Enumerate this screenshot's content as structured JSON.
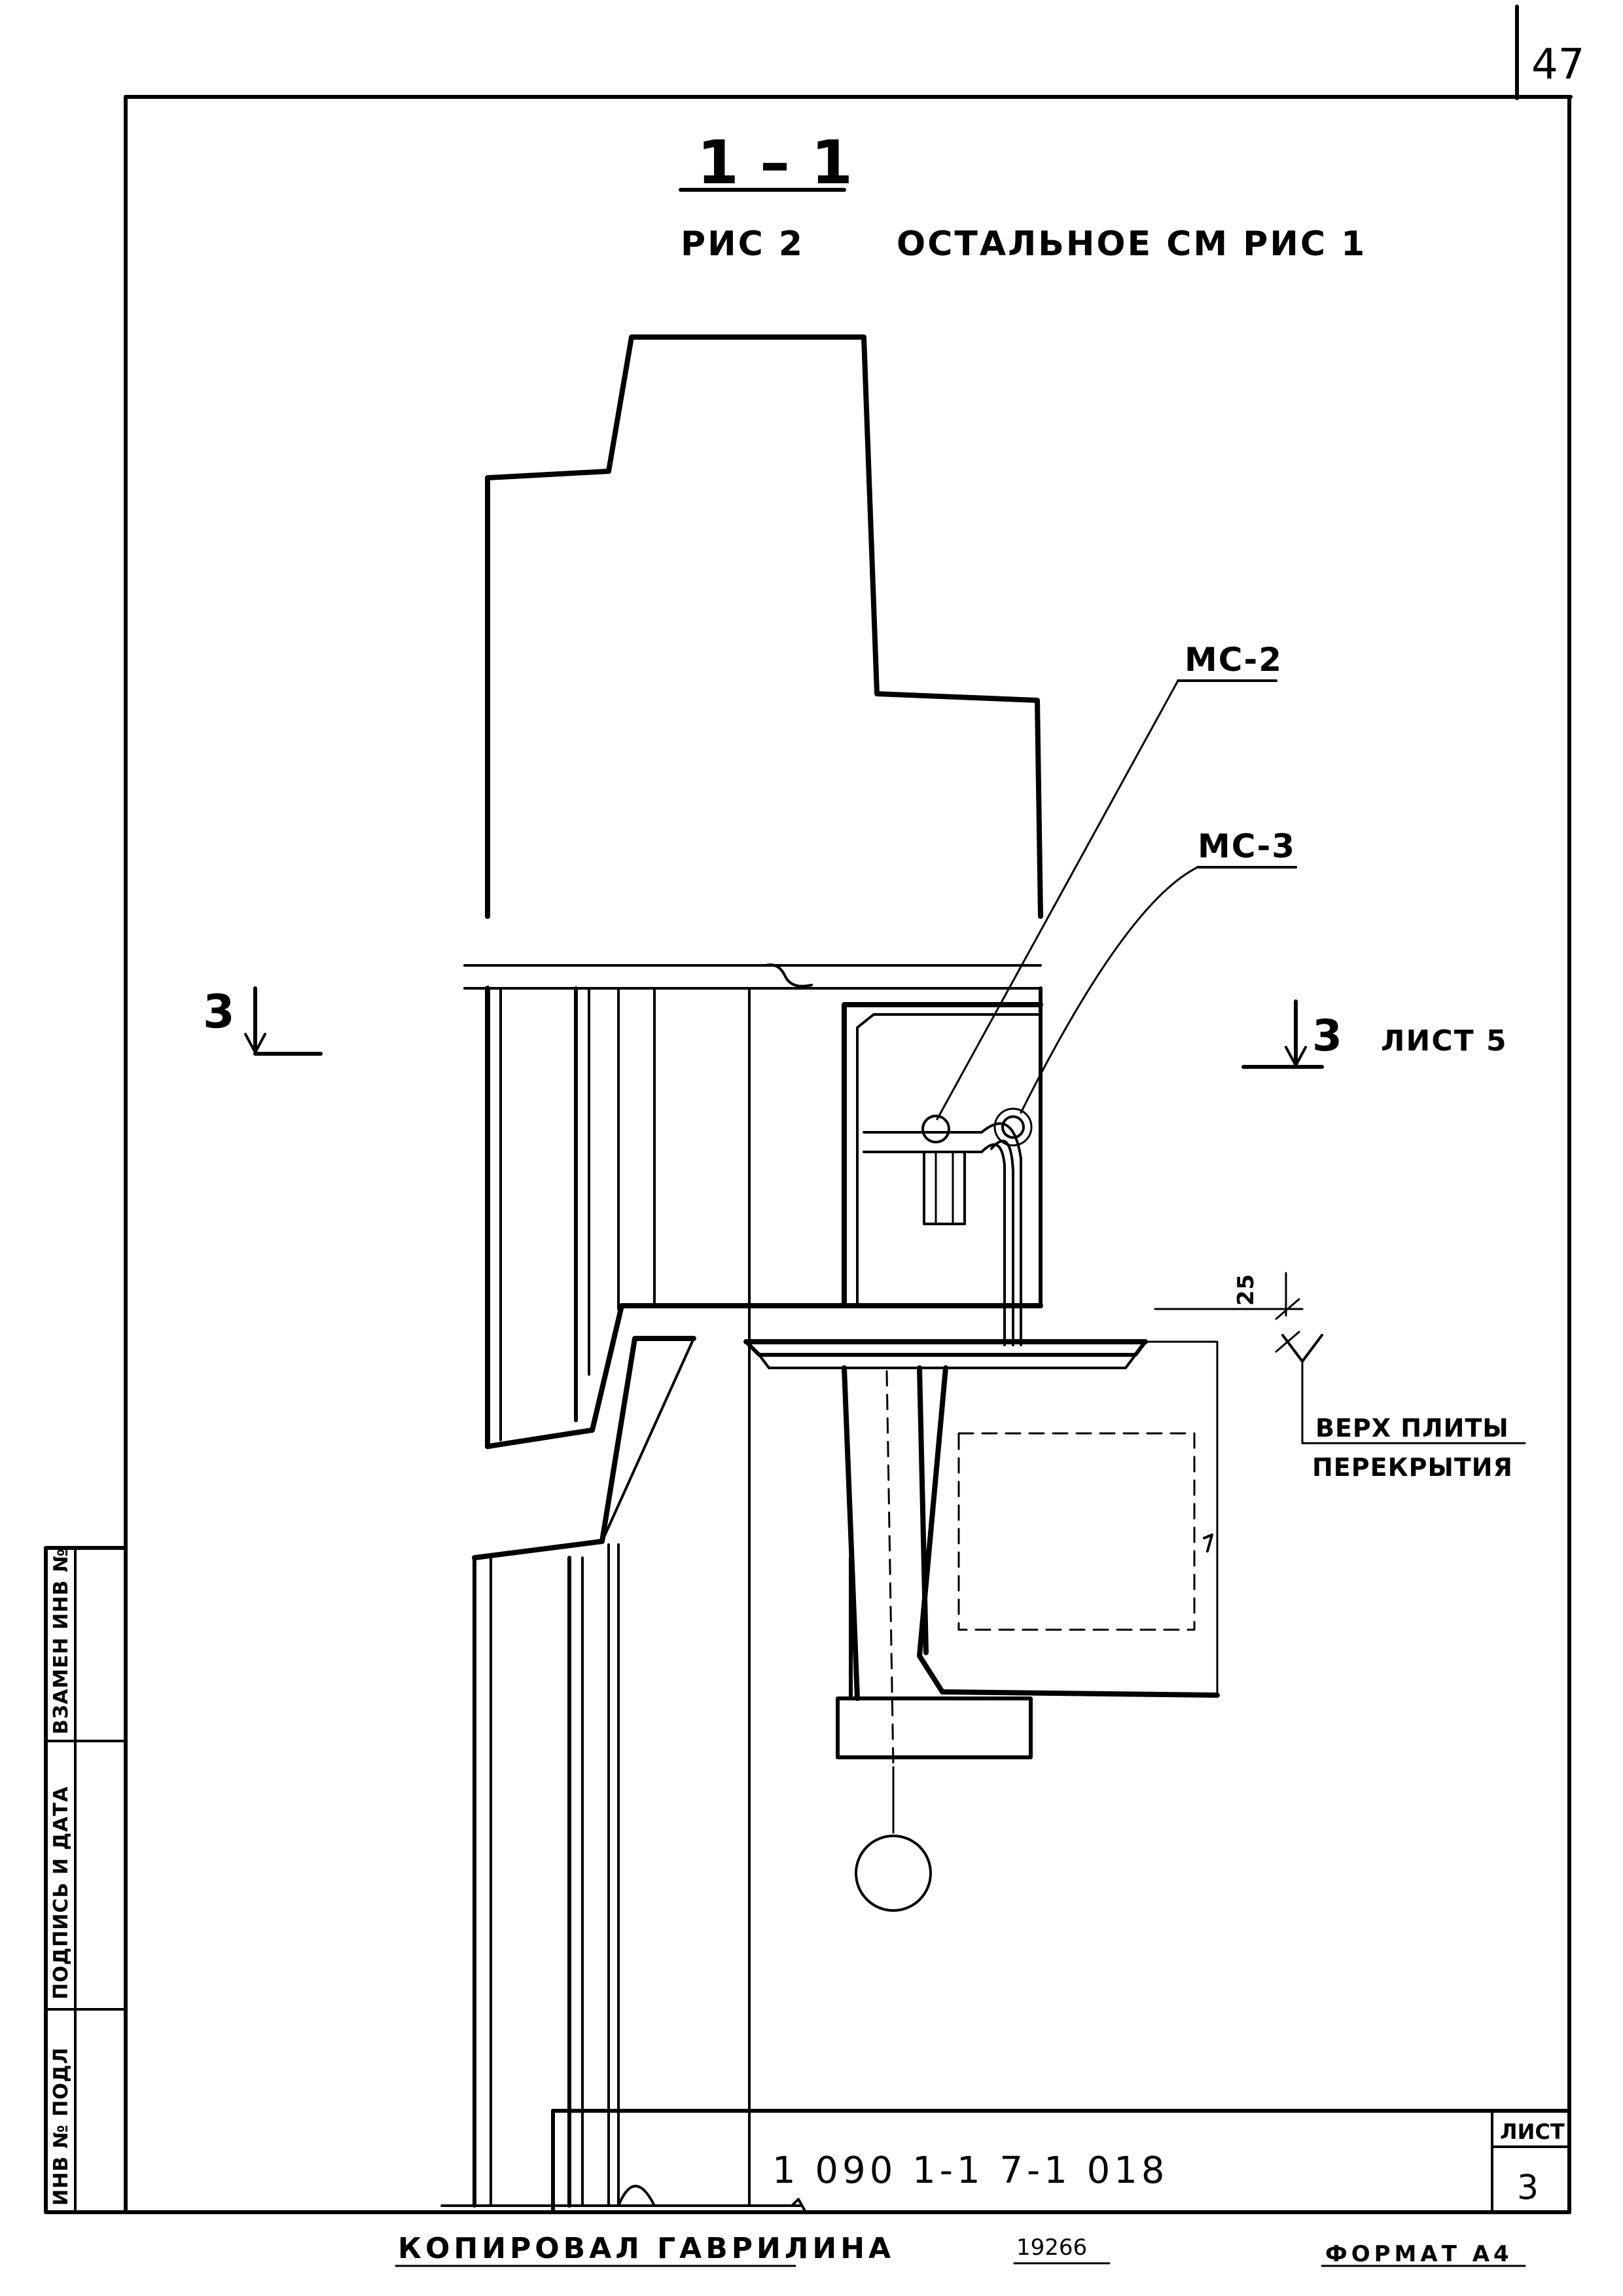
{
  "page_number": "47",
  "title": {
    "section": "1 – 1",
    "figure": "РИС 2",
    "note": "ОСТАЛЬНОЕ СМ РИС 1"
  },
  "labels": {
    "mc2": "МС-2",
    "mc3": "МС-3",
    "cut_left": "3",
    "cut_right": "3",
    "cut_ref": "ЛИСТ 5",
    "dimension": "25",
    "slab_line1": "ВЕРХ ПЛИТЫ",
    "slab_line2": "ПЕРЕКРЫТИЯ"
  },
  "side_stamp": {
    "inv_podl": "ИНВ № ПОДЛ",
    "signature_date": "ПОДПИСЬ И ДАТА",
    "replace_inv": "ВЗАМЕН ИНВ №"
  },
  "title_block": {
    "code": "1 090 1-1 7-1 018",
    "sheet_label": "ЛИСТ",
    "sheet_number": "3"
  },
  "footer": {
    "copied": "КОПИРОВАЛ ГАВРИЛИНА",
    "number": "19266",
    "format": "ФОРМАТ А4"
  }
}
